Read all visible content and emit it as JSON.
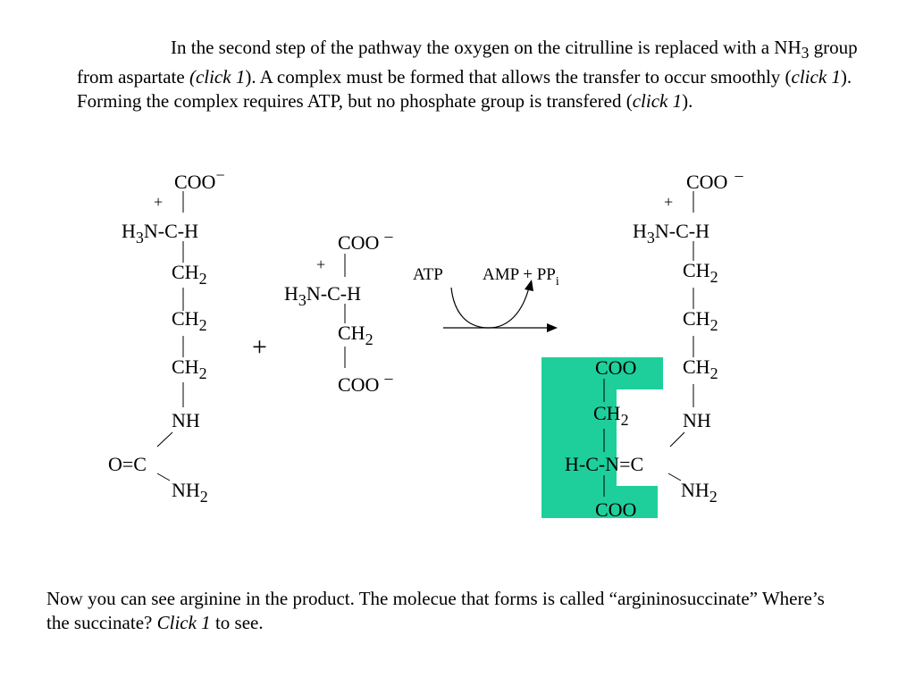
{
  "intro_text": {
    "p1": "In the second step of the pathway the oxygen on the citrulline is replaced with a NH",
    "p1_sub": "3",
    "p2": " group from aspartate ",
    "click_a": "(click 1",
    "p3": "). A complex must be formed that allows the transfer to occur smoothly (",
    "click_b": "click 1",
    "p4": "). Forming the complex requires ATP, but no phosphate group is transfered (",
    "click_c": "click 1",
    "p5": ")."
  },
  "outro_text": {
    "p1": "Now you can see arginine in the product.  The molecue that forms is called “argininosuccinate”  Where’s the succinate?  ",
    "click": "Click 1",
    "p2": " to see."
  },
  "citrulline": {
    "coo": "COO",
    "charge_minus": "−",
    "plus": "+",
    "amine_h": "H",
    "amine_sub": "3",
    "amine_rest": "N-C-H",
    "ch": "CH",
    "ch_sub": "2",
    "nh": "NH",
    "carbonyl": "O=C",
    "nh2": "NH",
    "nh2_sub": "2"
  },
  "aspartate": {
    "coo": "COO",
    "charge_minus": "–",
    "plus": "+",
    "amine_h": "H",
    "amine_sub": "3",
    "amine_rest": "N-C-H",
    "ch": "CH",
    "ch_sub": "2"
  },
  "plus_sign": "+",
  "reaction": {
    "atp": "ATP",
    "amp": "AMP + PP",
    "amp_sub": "i"
  },
  "product": {
    "coo": "COO",
    "charge_minus": "–",
    "plus": "+",
    "amine_h": "H",
    "amine_sub": "3",
    "amine_rest": "N-C-H",
    "ch": "CH",
    "ch_sub": "2",
    "nh": "NH",
    "nh2": "NH",
    "nh2_sub": "2",
    "succinate_coo_top": "COO",
    "succinate_ch": "CH",
    "succinate_ch_sub": "2",
    "succinate_link": "H-C-N=C",
    "succinate_coo_bottom": "COO"
  },
  "colors": {
    "succinate_highlight": "#1ecf9b"
  }
}
